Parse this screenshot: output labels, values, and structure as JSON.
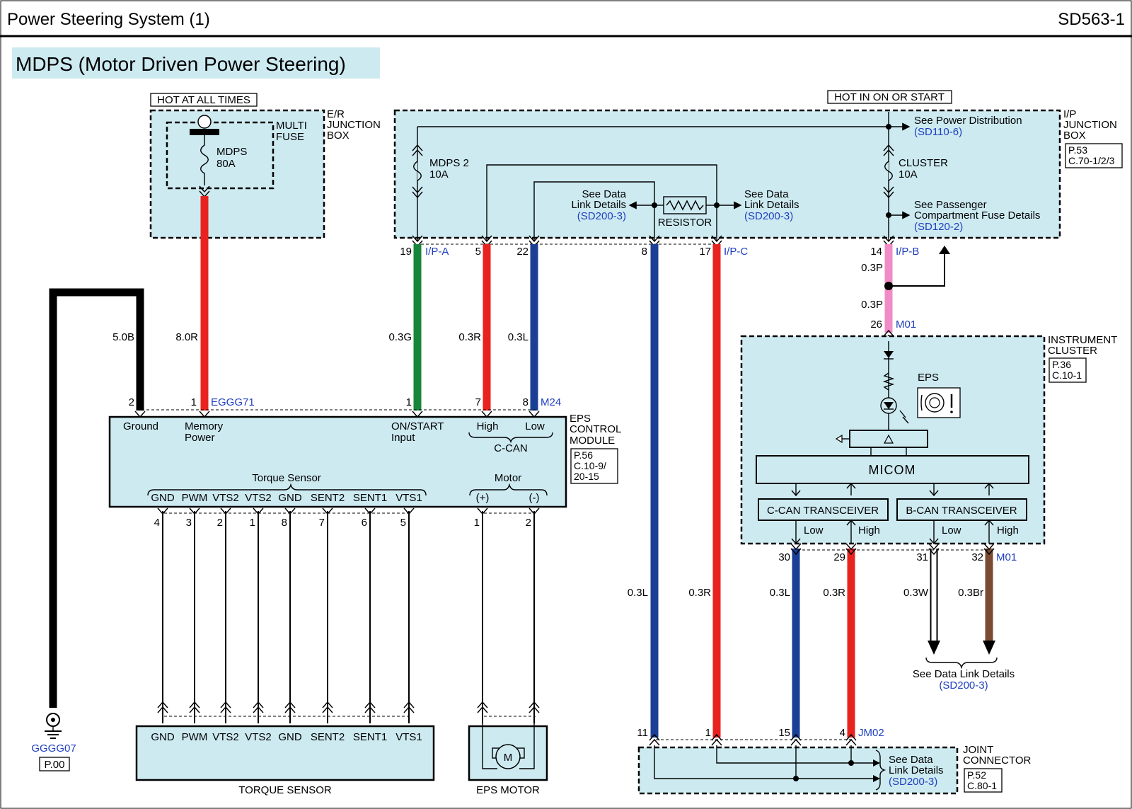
{
  "header": {
    "title": "Power Steering System (1)",
    "page_code": "SD563-1"
  },
  "section_title": "MDPS (Motor Driven Power Steering)",
  "labels": {
    "hot_all_times": "HOT AT ALL TIMES",
    "hot_on_start": "HOT IN ON OR START",
    "er_junction_box": [
      "E/R",
      "JUNCTION",
      "BOX"
    ],
    "multi_fuse": [
      "MULTI",
      "FUSE"
    ],
    "mdps_fuse": [
      "MDPS",
      "80A"
    ],
    "ip_junction_box": [
      "I/P",
      "JUNCTION",
      "BOX"
    ],
    "ip_ref": [
      "P.53",
      "C.70-1/2/3"
    ],
    "mdps2_fuse": [
      "MDPS 2",
      "10A"
    ],
    "cluster_fuse": [
      "CLUSTER",
      "10A"
    ],
    "see_power_dist": "See Power Distribution",
    "see_power_dist_ref": "(SD110-6)",
    "see_pass_fuse": [
      "See Passenger",
      "Compartment Fuse Details"
    ],
    "see_pass_fuse_ref": "(SD120-2)",
    "see_data_link_left": [
      "See Data",
      "Link Details"
    ],
    "see_data_link_right": [
      "See Data",
      "Link Details"
    ],
    "sd200_3": "(SD200-3)",
    "resistor": "RESISTOR",
    "eps_ctrl": [
      "EPS",
      "CONTROL",
      "MODULE"
    ],
    "eps_ref": [
      "P.56",
      "C.10-9/",
      "20-15"
    ],
    "instrument_cluster": [
      "INSTRUMENT",
      "CLUSTER"
    ],
    "ic_ref": [
      "P.36",
      "C.10-1"
    ],
    "eps_icon": "EPS",
    "micom": "MICOM",
    "c_can_tx": "C-CAN TRANSCEIVER",
    "b_can_tx": "B-CAN TRANSCEIVER",
    "see_data_link_bottom": "See Data Link Details",
    "joint_connector": [
      "JOINT",
      "CONNECTOR"
    ],
    "jc_ref": [
      "P.52",
      "C.80-1"
    ],
    "see_data_jc": [
      "See Data",
      "Link Details"
    ],
    "ground_name": "GGGG07",
    "ground_ref": "P.00",
    "torque_sensor_box": "TORQUE SENSOR",
    "eps_motor_box": "EPS MOTOR",
    "motor_symbol": "M"
  },
  "eps_module": {
    "ground": "Ground",
    "memory_power": [
      "Memory",
      "Power"
    ],
    "on_start": [
      "ON/START",
      "Input"
    ],
    "high": "High",
    "low": "Low",
    "ccan": "C-CAN",
    "torque_sensor": "Torque Sensor",
    "motor": "Motor",
    "ts_pins": [
      "GND",
      "PWM",
      "VTS2",
      "VTS2",
      "GND",
      "SENT2",
      "SENT1",
      "VTS1"
    ],
    "motor_pins": [
      "(+)",
      "(-)"
    ],
    "ts_pin_nums": [
      "4",
      "3",
      "2",
      "1",
      "8",
      "7",
      "6",
      "5"
    ],
    "motor_pin_nums": [
      "1",
      "2"
    ]
  },
  "torque_sensor_pins": [
    "GND",
    "PWM",
    "VTS2",
    "VTS2",
    "GND",
    "SENT2",
    "SENT1",
    "VTS1"
  ],
  "cluster_tx": {
    "low1": "Low",
    "high1": "High",
    "low2": "Low",
    "high2": "High"
  },
  "connectors": {
    "egg71": "EGGG71",
    "m24": "M24",
    "ipa": "I/P-A",
    "ipc": "I/P-C",
    "ipb": "I/P-B",
    "m01_top": "M01",
    "m01_bot": "M01",
    "jm02": "JM02"
  },
  "pins": {
    "p2": "2",
    "p1": "1",
    "p1b": "1",
    "p7": "7",
    "p8": "8",
    "p19": "19",
    "p5": "5",
    "p22": "22",
    "p8b": "8",
    "p17": "17",
    "p14": "14",
    "p26": "26",
    "p30": "30",
    "p29": "29",
    "p31": "31",
    "p32": "32",
    "p11": "11",
    "p1c": "1",
    "p15": "15",
    "p4": "4"
  },
  "wire_labels": {
    "w50b": "5.0B",
    "w80r": "8.0R",
    "w03g": "0.3G",
    "w03r": "0.3R",
    "w03l": "0.3L",
    "w03p_a": "0.3P",
    "w03p_b": "0.3P",
    "w03l_b": "0.3L",
    "w03r_b": "0.3R",
    "w03l_c": "0.3L",
    "w03r_c": "0.3R",
    "w03w": "0.3W",
    "w03br": "0.3Br"
  },
  "colors": {
    "red": "#e8231f",
    "black": "#000000",
    "green": "#18863a",
    "blue": "#1b3f95",
    "pink": "#f18bc6",
    "white": "#ffffff",
    "brown": "#7a4a33",
    "box_fill": "#cdeaf1"
  }
}
